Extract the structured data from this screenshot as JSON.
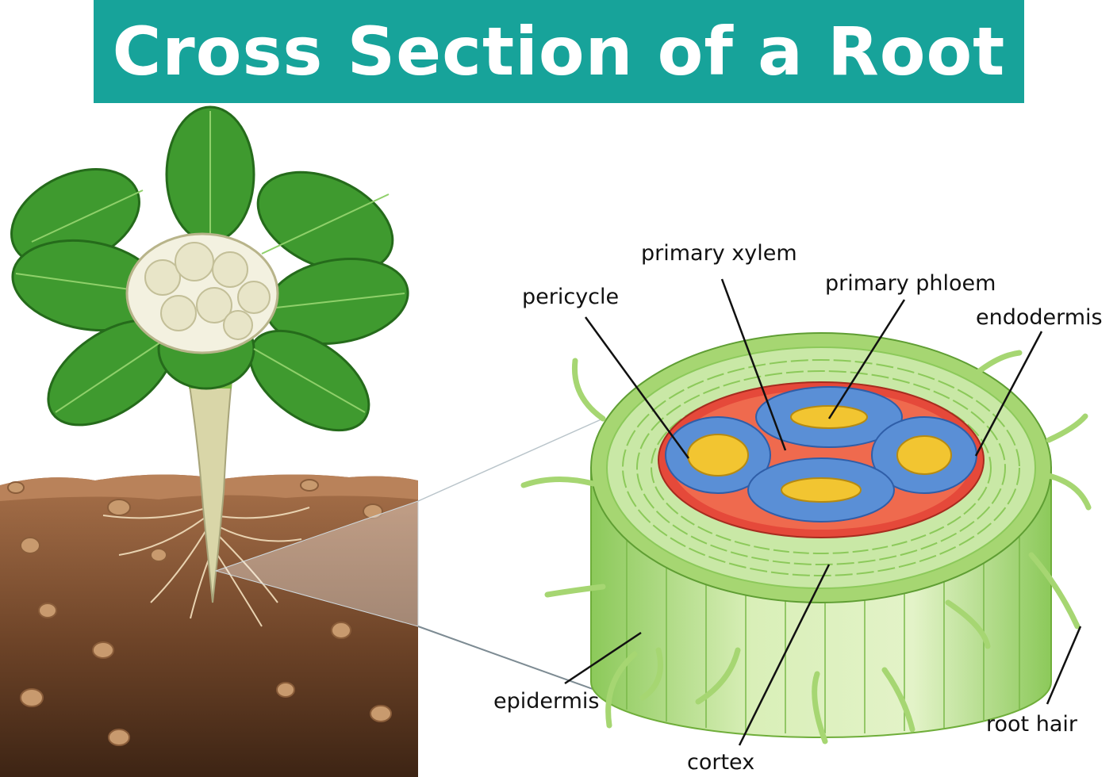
{
  "title": "Cross Section of a Root",
  "colors": {
    "banner": "#17a39a",
    "soil": "#8a5a3b",
    "leaf": "#3f9a2f",
    "cortex": "#c9e8a6",
    "epidermis": "#a6d672",
    "pericycle": "#e5493a",
    "phloem_ring": "#5a8fd6",
    "xylem": "#f2c531"
  },
  "labels": {
    "primary_xylem": "primary xylem",
    "primary_phloem": "primary phloem",
    "pericycle": "pericycle",
    "endodermis": "endodermis",
    "epidermis": "epidermis",
    "cortex": "cortex",
    "root_hair": "root hair"
  }
}
